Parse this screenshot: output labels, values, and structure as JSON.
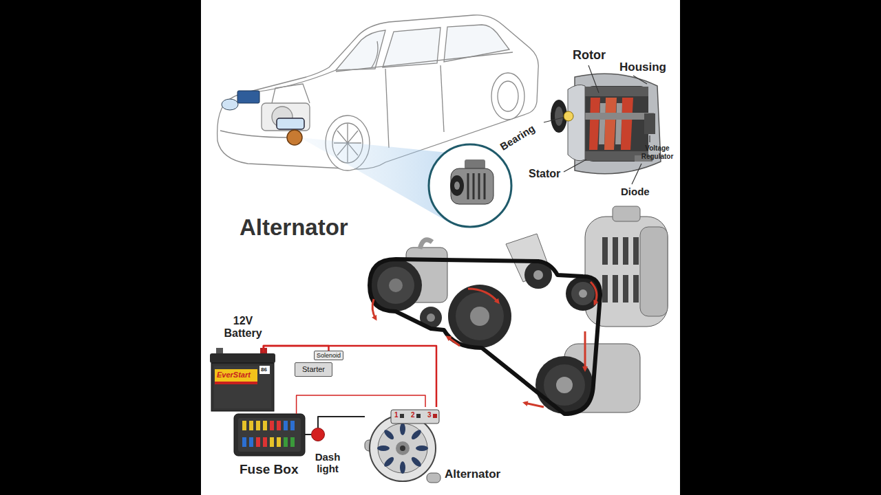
{
  "diagram": {
    "title": "Alternator",
    "nodes": [
      {
        "text": [
          "12V Battery"
        ]
      },
      {
        "text": [
          "Solenoid"
        ]
      },
      {
        "text": [
          "Starter"
        ]
      },
      {
        "text": [
          "Fuse Box"
        ]
      },
      {
        "text": [
          "Dash light"
        ]
      },
      {
        "text": [
          "Alternator"
        ]
      }
    ],
    "edges": [
      {
        "from": 0,
        "to": 1,
        "arrow": "none"
      },
      {
        "from": 0,
        "to": 5,
        "arrow": "none"
      },
      {
        "from": 3,
        "to": 5,
        "arrow": "none"
      },
      {
        "from": 3,
        "to": 4,
        "arrow": "none"
      },
      {
        "from": 4,
        "to": 5,
        "arrow": "none"
      }
    ],
    "labels": [
      "Rotor",
      "Housing",
      "Bearing",
      "Voltage Regulator",
      "Stator",
      "Diode",
      "EverStart",
      "86",
      "1",
      "2",
      "3"
    ]
  }
}
